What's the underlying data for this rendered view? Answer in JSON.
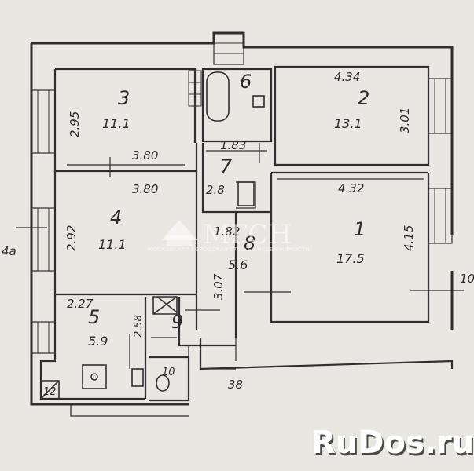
{
  "rooms": [
    {
      "id": "3",
      "area": "11.1"
    },
    {
      "id": "2",
      "area": "13.1"
    },
    {
      "id": "4",
      "area": "11.1"
    },
    {
      "id": "1",
      "area": "17.5"
    },
    {
      "id": "5",
      "area": "5.9"
    },
    {
      "id": "8",
      "area": "5.6"
    },
    {
      "id": "6"
    },
    {
      "id": "7"
    },
    {
      "id": "9"
    },
    {
      "id": "10"
    },
    {
      "id": "12"
    }
  ],
  "dimensions": {
    "room3_height": "2.95",
    "room3_width": "3.80",
    "room2_width": "4.34",
    "room2_height": "3.01",
    "corridor7_width": "1.83",
    "corridor7_height": "2.8",
    "room4_width": "3.80",
    "room4_height": "2.92",
    "room1_width": "4.32",
    "room1_height": "4.15",
    "room8_width": "1.82",
    "room8_height": "3.07",
    "room5_width": "2.27",
    "room5_height": "2.58"
  },
  "labels": {
    "left_neighbor": "4a",
    "right_neighbor": "10",
    "stair": "38"
  },
  "watermark": {
    "logo": "МГСН",
    "subtitle": "МОСКОВСКАЯ ГОРОДСКАЯ СЛУЖБА НЕДВИЖИМОСТИ"
  },
  "site_logo": "RuDos.ru"
}
